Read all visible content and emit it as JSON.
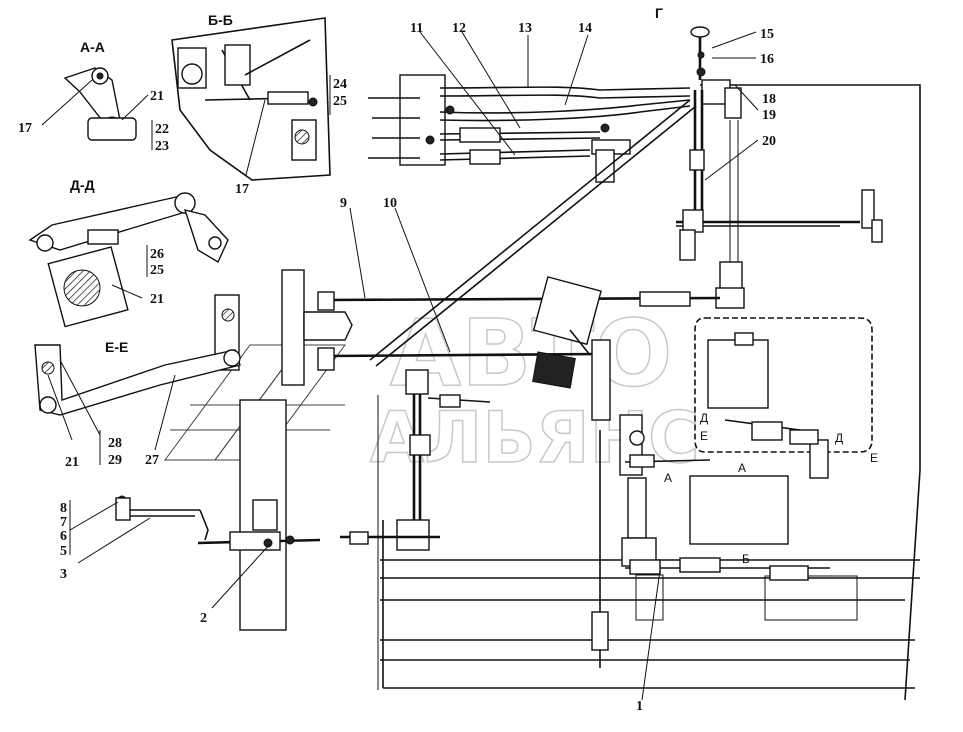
{
  "sections": {
    "aa": "А-А",
    "bb": "Б-Б",
    "dd": "Д-Д",
    "ee": "Е-Е",
    "g": "Г"
  },
  "callouts": {
    "c1": "1",
    "c2": "2",
    "c3": "3",
    "c5": "5",
    "c6": "6",
    "c7": "7",
    "c8": "8",
    "c9": "9",
    "c10": "10",
    "c11": "11",
    "c12": "12",
    "c13": "13",
    "c14": "14",
    "c15": "15",
    "c16": "16",
    "c17a": "17",
    "c17b": "17",
    "c18": "18",
    "c19": "19",
    "c20": "20",
    "c21a": "21",
    "c21b": "21",
    "c21c": "21",
    "c22": "22",
    "c23": "23",
    "c24": "24",
    "c25a": "25",
    "c25b": "25",
    "c26": "26",
    "c27": "27",
    "c28": "28",
    "c29": "29"
  },
  "markers": {
    "d1": "Д",
    "e1": "Е",
    "a1": "А",
    "a2": "А",
    "b1": "Б",
    "d2": "Д",
    "e2": "Е"
  },
  "watermark": {
    "line1": "АВТО",
    "line2": "АЛЬЯНС"
  }
}
